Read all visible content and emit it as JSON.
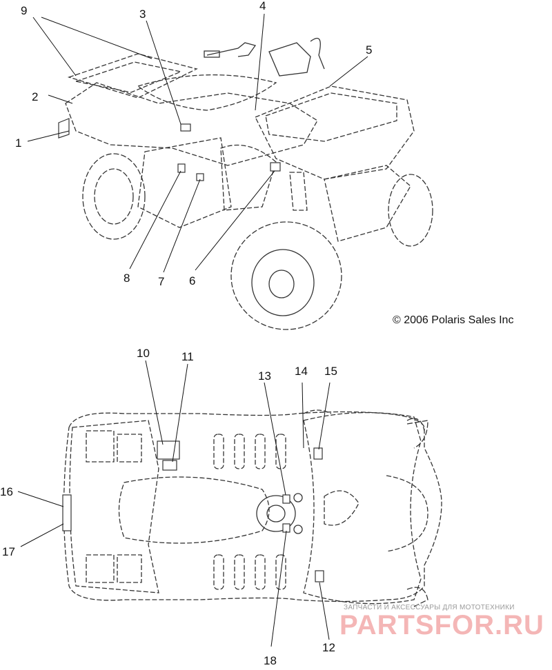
{
  "copyright": "© 2006 Polaris Sales Inc",
  "callouts": [
    "1",
    "2",
    "3",
    "4",
    "5",
    "6",
    "7",
    "8",
    "9",
    "10",
    "11",
    "12",
    "13",
    "14",
    "15",
    "16",
    "17",
    "18"
  ],
  "watermark": {
    "caption": "ЗАПЧАСТИ И АКСЕССУАРЫ ДЛЯ МОТОТЕХНИКИ",
    "brand": "PARTSFOR.RU"
  },
  "colors": {
    "line": "#333333",
    "watermark": "#f4b6b6"
  }
}
